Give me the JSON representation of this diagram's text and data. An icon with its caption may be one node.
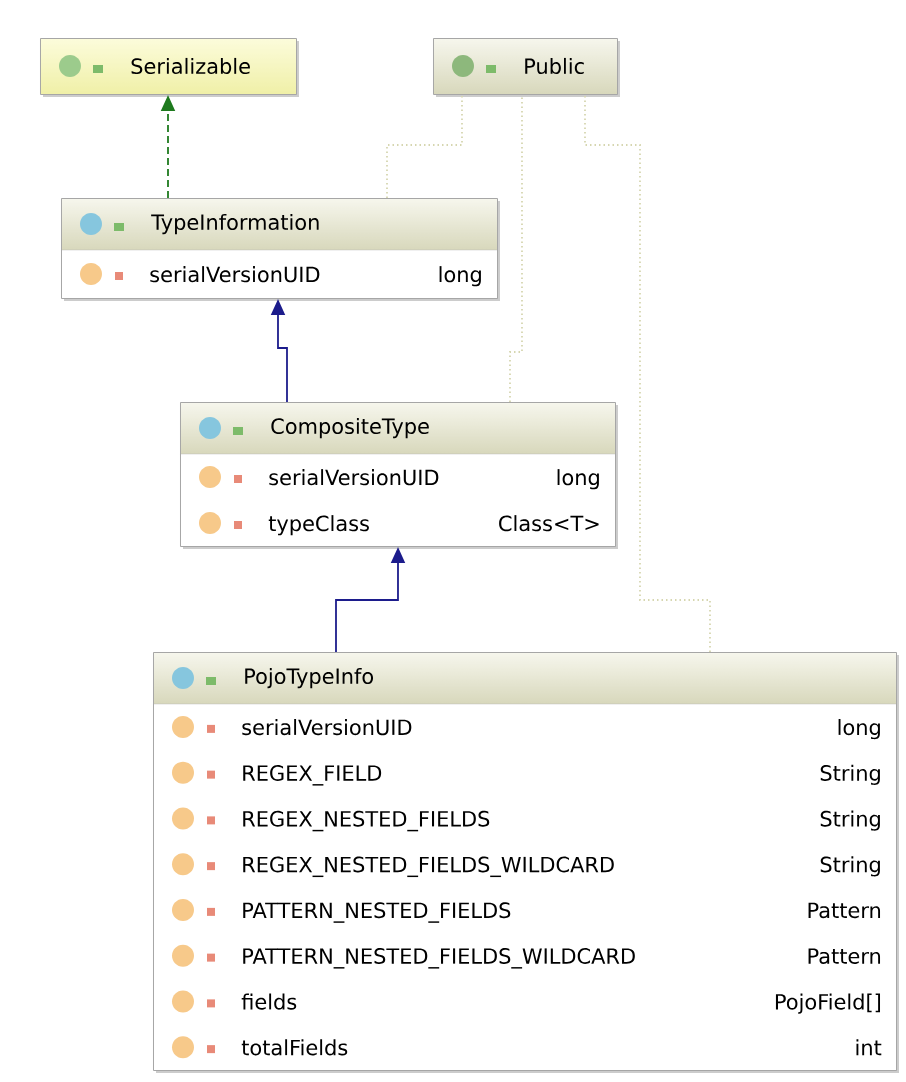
{
  "diagram": {
    "nodes": [
      {
        "text": [
          "Serializable"
        ]
      },
      {
        "text": [
          "Public"
        ]
      },
      {
        "text": [
          "TypeInformation",
          "serialVersionUID",
          "long"
        ]
      },
      {
        "text": [
          "CompositeType",
          "serialVersionUID",
          "long",
          "typeClass",
          "Class<T>"
        ]
      },
      {
        "text": [
          "PojoTypeInfo",
          "serialVersionUID",
          "long",
          "REGEX_FIELD",
          "String",
          "REGEX_NESTED_FIELDS",
          "String",
          "REGEX_NESTED_FIELDS_WILDCARD",
          "String",
          "PATTERN_NESTED_FIELDS",
          "Pattern",
          "PATTERN_NESTED_FIELDS_WILDCARD",
          "Pattern",
          "fields",
          "PojoField[]",
          "totalFields",
          "int"
        ]
      }
    ],
    "edges": [
      {
        "from": 2,
        "to": 0,
        "arrow": "to",
        "style": "dashed",
        "color": "#1e7a1e"
      },
      {
        "from": 3,
        "to": 2,
        "arrow": "to",
        "color": "#1c1c8c"
      },
      {
        "from": 4,
        "to": 3,
        "arrow": "to",
        "color": "#1c1c8c"
      },
      {
        "from": 2,
        "to": 1,
        "arrow": "none",
        "style": "dashed",
        "color": "#d6d6b0"
      },
      {
        "from": 3,
        "to": 1,
        "arrow": "none",
        "style": "dashed",
        "color": "#d6d6b0"
      },
      {
        "from": 4,
        "to": 1,
        "arrow": "none",
        "style": "dashed",
        "color": "#d6d6b0"
      }
    ]
  }
}
